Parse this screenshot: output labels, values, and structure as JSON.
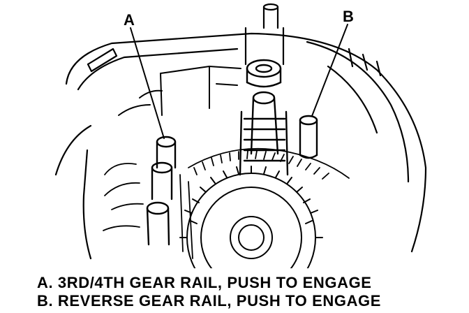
{
  "callouts": {
    "a": "A",
    "b": "B"
  },
  "captions": {
    "a": "A. 3RD/4TH GEAR RAIL, PUSH TO ENGAGE",
    "b": "B. REVERSE GEAR RAIL, PUSH TO ENGAGE"
  },
  "colors": {
    "ink": "#000000",
    "paper": "#ffffff"
  }
}
